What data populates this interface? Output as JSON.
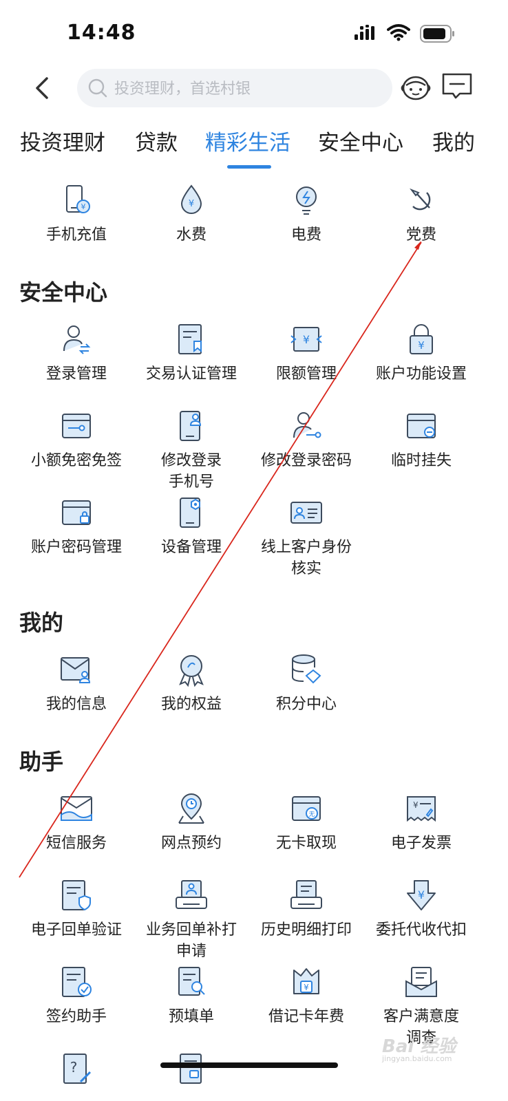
{
  "status_bar": {
    "time": "14:48"
  },
  "search": {
    "placeholder": "投资理财，首选村银"
  },
  "tabs": [
    "投资理财",
    "贷款",
    "精彩生活",
    "安全中心",
    "我的"
  ],
  "active_tab": "精彩生活",
  "life_items": [
    "手机充值",
    "水费",
    "电费",
    "党费"
  ],
  "sections": {
    "security": {
      "title": "安全中心",
      "items": [
        "登录管理",
        "交易认证管理",
        "限额管理",
        "账户功能设置",
        "小额免密免签",
        "修改登录\n手机号",
        "修改登录密码",
        "临时挂失",
        "账户密码管理",
        "设备管理",
        "线上客户身份\n核实"
      ]
    },
    "mine": {
      "title": "我的",
      "items": [
        "我的信息",
        "我的权益",
        "积分中心"
      ]
    },
    "assistant": {
      "title": "助手",
      "items": [
        "短信服务",
        "网点预约",
        "无卡取现",
        "电子发票",
        "电子回单验证",
        "业务回单补打\n申请",
        "历史明细打印",
        "委托代收代扣",
        "签约助手",
        "预填单",
        "借记卡年费",
        "客户满意度\n调查"
      ]
    }
  },
  "watermark": {
    "brand": "Bai 经验",
    "sub": "jingyan.baidu.com"
  },
  "colors": {
    "accent": "#2e84e0",
    "icon_line": "#3c4a5c",
    "icon_fill": "#dbeaf8",
    "annotation": "#d9261c"
  }
}
